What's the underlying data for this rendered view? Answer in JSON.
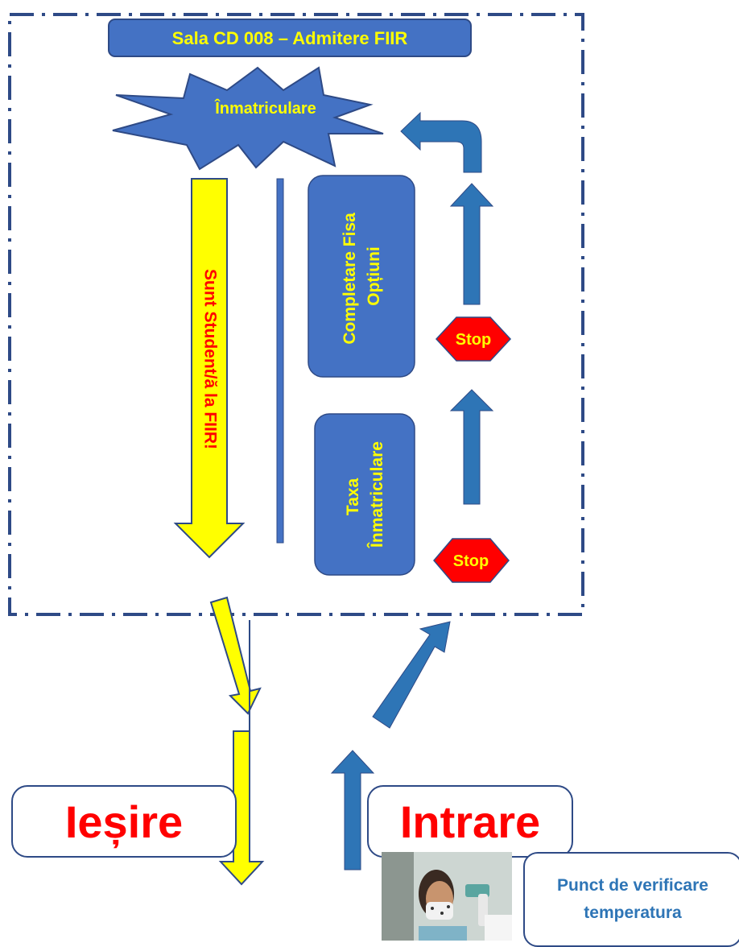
{
  "title": "Sala CD 008 – Admitere FIIR",
  "burst_label": "Înmatriculare",
  "yellow_arrow_label": "Sunt Student/ă  la FIIR!",
  "box_completare": {
    "line1": "Completare Fisa",
    "line2": "Opțiuni"
  },
  "box_taxa": {
    "line1": "Taxa",
    "line2": "Înmatriculare"
  },
  "stop_signs": [
    "Stop",
    "Stop"
  ],
  "exit_label": "Ieșire",
  "entry_label": "Intrare",
  "checkpoint": {
    "line1": "Punct de verificare",
    "line2": "temperatura"
  },
  "colors": {
    "blue_fill": "#4472c4",
    "blue_dark": "#2e4a86",
    "arrow_blue": "#2e75b6",
    "yellow": "#ffff00",
    "label_yellow": "#ffff00",
    "stop_red": "#ff0000",
    "text_red": "#ff0000"
  }
}
